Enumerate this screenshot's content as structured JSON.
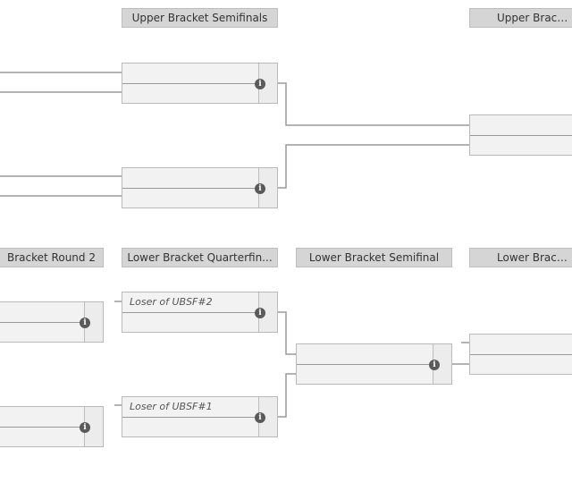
{
  "headers": {
    "ub_semifinals": "Upper Bracket Semifinals",
    "ub_final": "Upper Bracket",
    "lb_round2": "Bracket Round 2",
    "lb_quarterfinal": "Lower Bracket Quarterfin...",
    "lb_semifinal": "Lower Bracket Semifinal",
    "lb_final": "Lower Bracket"
  },
  "matches": {
    "lbqf1_top": "Loser of UBSF#2",
    "lbqf2_top": "Loser of UBSF#1"
  },
  "icon": {
    "name": "info-icon",
    "glyph": "i"
  },
  "colors": {
    "line": "#9a9a9a",
    "header_bg": "#d5d5d5",
    "match_bg": "#f2f2f2"
  }
}
